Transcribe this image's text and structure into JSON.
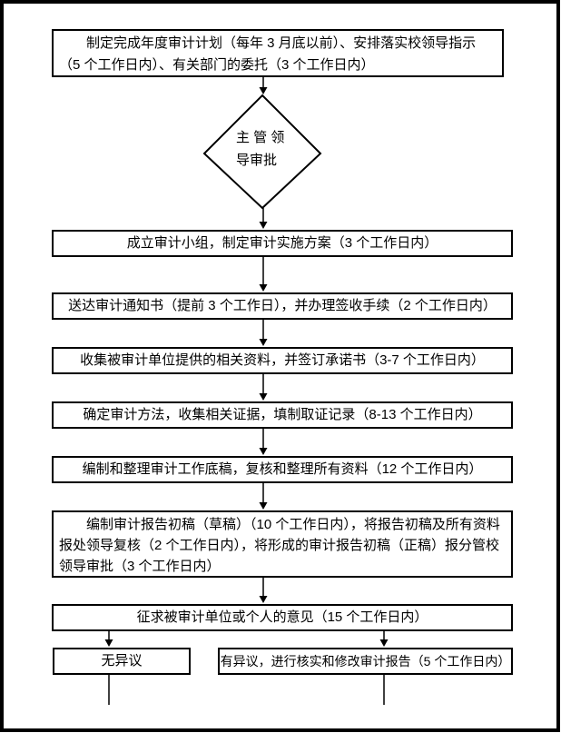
{
  "diagram": {
    "step1": "制定完成年度审计计划（每年 3 月底以前）、安排落实校领导指示（5 个工作日内）、有关部门的委托（3 个工作日内）",
    "decision_line1": "主 管 领",
    "decision_line2": "导审批",
    "step2": "成立审计小组，制定审计实施方案（3 个工作日内）",
    "step3": "送达审计通知书（提前 3 个工作日），并办理签收手续（2 个工作日内）",
    "step4": "收集被审计单位提供的相关资料，并签订承诺书（3-7 个工作日内）",
    "step5": "确定审计方法，收集相关证据，填制取证记录（8-13 个工作日内）",
    "step6": "编制和整理审计工作底稿，复核和整理所有资料（12 个工作日内）",
    "step7": "编制审计报告初稿（草稿）（10 个工作日内），将报告初稿及所有资料报处领导复核（2 个工作日内），将形成的审计报告初稿（正稿）报分管校领导审批（3 个工作日内）",
    "step8": "征求被审计单位或个人的意见（15 个工作日内）",
    "no_objection": "无异议",
    "objection": "有异议，进行核实和修改审计报告（5 个工作日内）"
  },
  "colors": {
    "line": "#000000",
    "background": "#ffffff"
  }
}
